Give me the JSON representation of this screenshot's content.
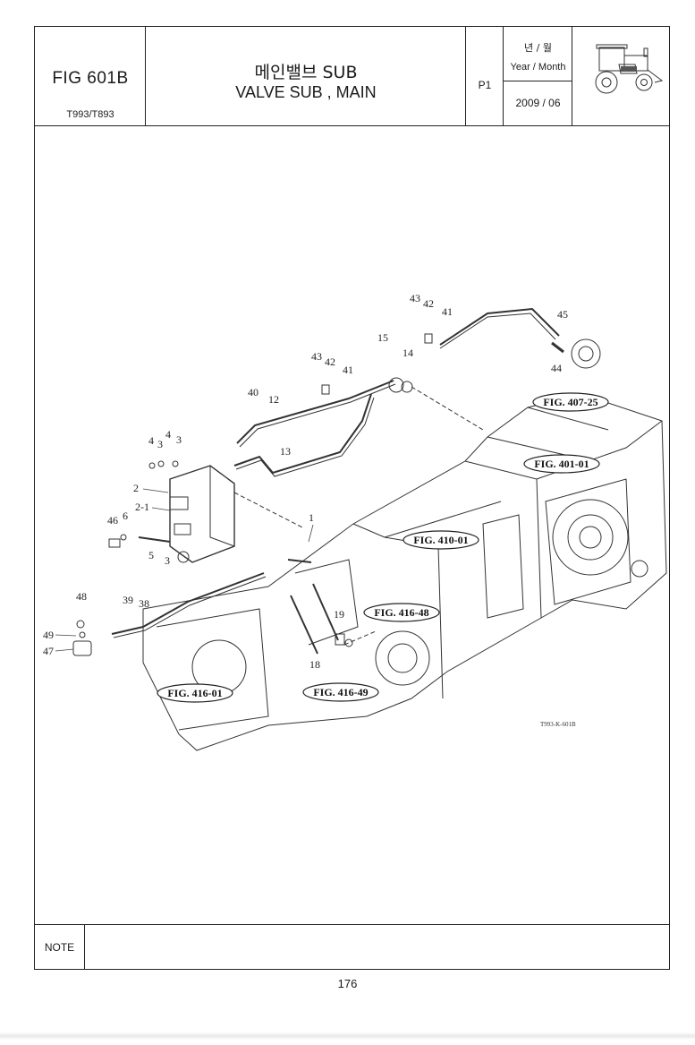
{
  "header": {
    "fig_no": "FIG 601B",
    "model": "T993/T893",
    "title_kr": "메인밸브 SUB",
    "title_en": "VALVE SUB , MAIN",
    "page": "P1",
    "year_month_kr": "년 / 월",
    "year_month_en": "Year / Month",
    "date": "2009 / 06"
  },
  "diagram": {
    "part_numbers": [
      "43",
      "42",
      "41",
      "45",
      "15",
      "14",
      "44",
      "43",
      "42",
      "41",
      "40",
      "12",
      "4",
      "3",
      "4",
      "3",
      "13",
      "2",
      "2-1",
      "46",
      "6",
      "5",
      "3",
      "1",
      "48",
      "39",
      "38",
      "49",
      "47",
      "19",
      "18"
    ],
    "references": [
      "FIG. 407-25",
      "FIG. 401-01",
      "FIG. 410-01",
      "FIG. 416-48",
      "FIG. 416-01",
      "FIG. 416-49"
    ],
    "drawing_code": "T993-K-601B"
  },
  "note": {
    "label": "NOTE",
    "text": ""
  },
  "footer": {
    "page_number": "176"
  }
}
